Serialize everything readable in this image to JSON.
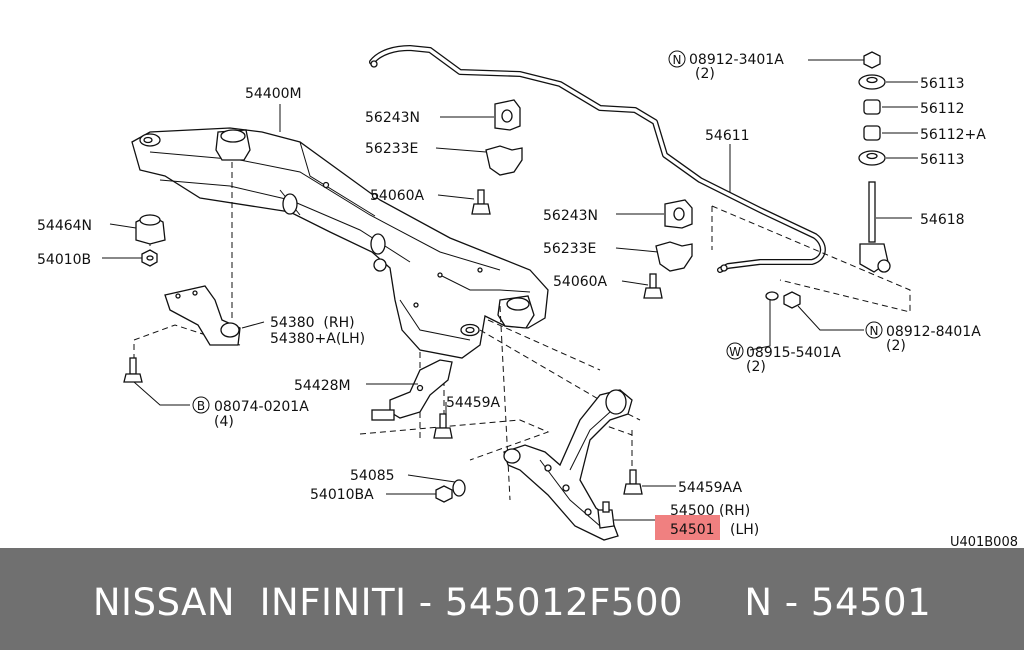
{
  "diagram": {
    "code": "U401B008",
    "highlight_color": "#f08080",
    "labels": {
      "p54400M": "54400M",
      "p56243N_a": "56243N",
      "p56233E_a": "56233E",
      "p54060A_a": "54060A",
      "p54464N": "54464N",
      "p54010B": "54010B",
      "p54380": "54380  (RH)",
      "p54380A": "54380+A(LH)",
      "n08912_3401A": "08912-3401A",
      "n08912_3401A_qty": "(2)",
      "p56113_a": "56113",
      "p56112": "56112",
      "p56112A": "56112+A",
      "p56113_b": "56113",
      "p54611": "54611",
      "p54618": "54618",
      "p56243N_b": "56243N",
      "p56233E_b": "56233E",
      "p54060A_b": "54060A",
      "n08912_8401A": "08912-8401A",
      "n08912_8401A_qty": "(2)",
      "w08915_5401A": "08915-5401A",
      "w08915_5401A_qty": "(2)",
      "b08074_0201A": "08074-0201A",
      "b08074_0201A_qty": "(4)",
      "p54428M": "54428M",
      "p54459A": "54459A",
      "p54085": "54085",
      "p54010BA": "54010BA",
      "p54459AA": "54459AA",
      "p54500": "54500 (RH)",
      "p54501_num": "54501",
      "p54501_side": "(LH)",
      "circ_N": "N",
      "circ_W": "W",
      "circ_B": "B"
    }
  },
  "footer": {
    "text": "NISSAN  INFINITI - 545012F500     N - 54501"
  }
}
